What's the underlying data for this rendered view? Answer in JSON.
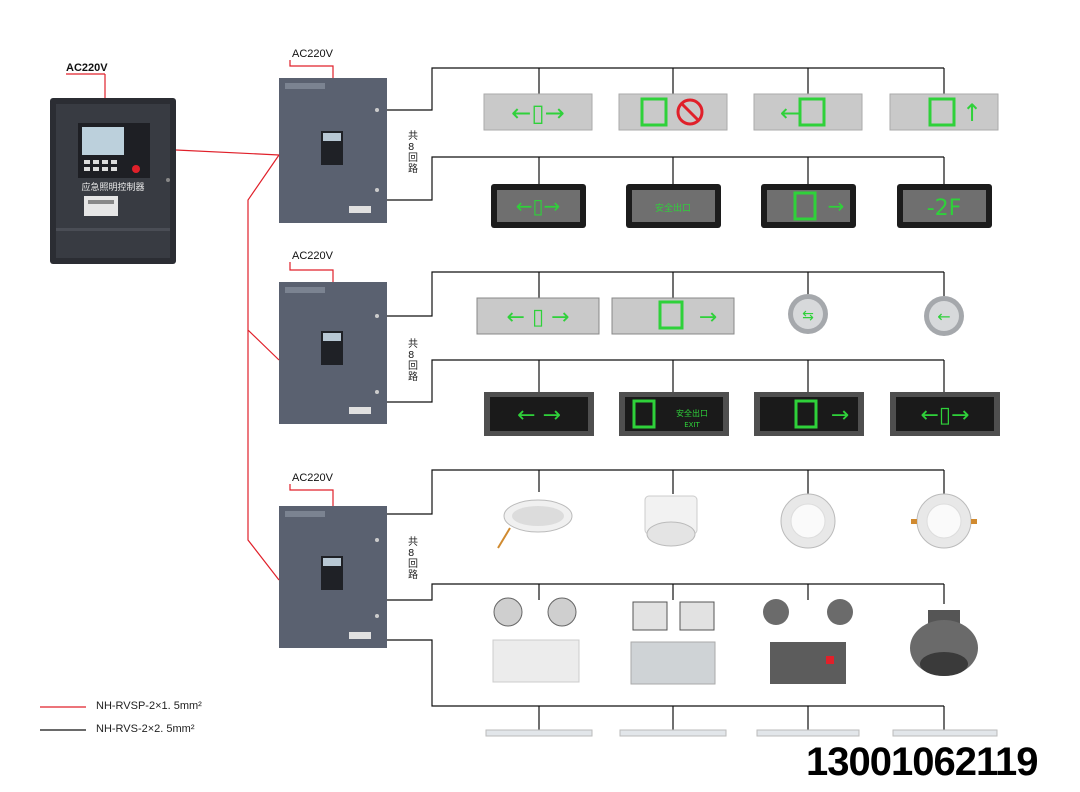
{
  "controller": {
    "power_label": "AC220V",
    "panel_title": "应急照明控制器"
  },
  "distribution_boxes": [
    {
      "power_label": "AC220V",
      "loops_label": "共8回路"
    },
    {
      "power_label": "AC220V",
      "loops_label": "共8回路"
    },
    {
      "power_label": "AC220V",
      "loops_label": "共8回路"
    }
  ],
  "signs": {
    "safe_exit": "安全出口",
    "exit_en": "EXIT",
    "floor": "-2F"
  },
  "legend": [
    {
      "label": "NH-RVSP-2×1. 5mm²",
      "color": "#e0202a"
    },
    {
      "label": "NH-RVS-2×2. 5mm²",
      "color": "#111111"
    }
  ],
  "contact": {
    "phone": "13001062119"
  },
  "colors": {
    "accent_green": "#2fd13a",
    "wire_red": "#e0202a",
    "wire_black": "#111111",
    "cabinet": "#5a6170"
  }
}
